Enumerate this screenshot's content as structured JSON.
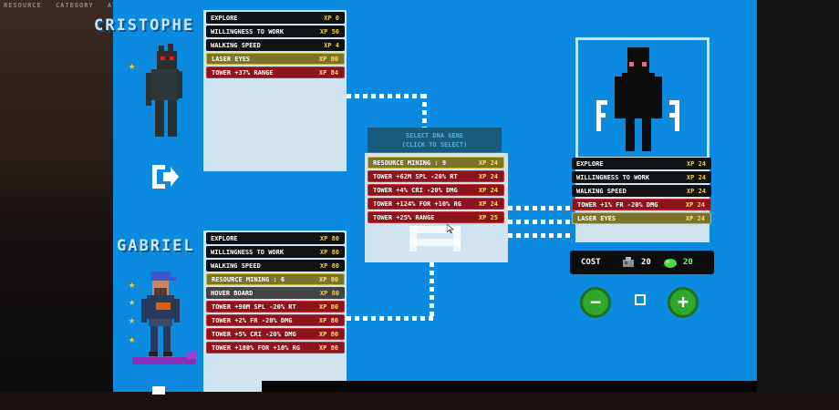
{
  "top_tabs": [
    "RESOURCE",
    "CATEGORY",
    "AT"
  ],
  "characters": [
    {
      "name": "CRISTOPHE",
      "traits": [
        {
          "label": "EXPLORE",
          "xp": "XP 0",
          "style": "black"
        },
        {
          "label": "WILLINGNESS TO WORK",
          "xp": "XP 50",
          "style": "black"
        },
        {
          "label": "WALKING SPEED",
          "xp": "XP 4",
          "style": "black"
        },
        {
          "label": "LASER EYES",
          "xp": "XP 80",
          "style": "olive"
        },
        {
          "label": "TOWER +37% RANGE",
          "xp": "XP 84",
          "style": "red"
        }
      ]
    },
    {
      "name": "GABRIEL",
      "traits": [
        {
          "label": "EXPLORE",
          "xp": "XP 80",
          "style": "black"
        },
        {
          "label": "WILLINGNESS TO WORK",
          "xp": "XP 80",
          "style": "black"
        },
        {
          "label": "WALKING SPEED",
          "xp": "XP 80",
          "style": "black"
        },
        {
          "label": "RESOURCE MINING : 6",
          "xp": "XP 80",
          "style": "olive"
        },
        {
          "label": "HOVER BOARD",
          "xp": "XP 80",
          "style": "grey"
        },
        {
          "label": "TOWER +90M SPL -20% RT",
          "xp": "XP 80",
          "style": "red"
        },
        {
          "label": "TOWER +2% FR -20% DMG",
          "xp": "XP 80",
          "style": "red"
        },
        {
          "label": "TOWER +5% CRI -20% DMG",
          "xp": "XP 80",
          "style": "red"
        },
        {
          "label": "TOWER +180% FOR +10% RG",
          "xp": "XP 80",
          "style": "red"
        }
      ]
    }
  ],
  "gene_selector": {
    "header_line1": "SELECT DNA GENE",
    "header_line2": "(CLICK TO SELECT)",
    "genes": [
      {
        "label": "RESOURCE MINING : 9",
        "xp": "XP 24",
        "style": "olive"
      },
      {
        "label": "TOWER +62M SPL -20% RT",
        "xp": "XP 24",
        "style": "red"
      },
      {
        "label": "TOWER +4% CRI -20% DMG",
        "xp": "XP 24",
        "style": "red"
      },
      {
        "label": "TOWER +124% FOR +10% RG",
        "xp": "XP 24",
        "style": "red"
      },
      {
        "label": "TOWER +25% RANGE",
        "xp": "XP 25",
        "style": "red"
      }
    ]
  },
  "offspring": {
    "traits": [
      {
        "label": "EXPLORE",
        "xp": "XP 24",
        "style": "black"
      },
      {
        "label": "WILLINGNESS TO WORK",
        "xp": "XP 24",
        "style": "black"
      },
      {
        "label": "WALKING SPEED",
        "xp": "XP 24",
        "style": "black"
      },
      {
        "label": "TOWER +1% FR -20% DMG",
        "xp": "XP 24",
        "style": "red"
      },
      {
        "label": "LASER EYES",
        "xp": "XP 24",
        "style": "olive"
      }
    ],
    "cost_label": "COST",
    "cost_metal": "20",
    "cost_bio": "20",
    "quantity_display": "0"
  },
  "colors": {
    "board": "#0b8ae0",
    "xp": "#f0d04a",
    "red_row": "#8c141c",
    "olive_row": "#7a7428",
    "green_button": "#2ea82a"
  }
}
